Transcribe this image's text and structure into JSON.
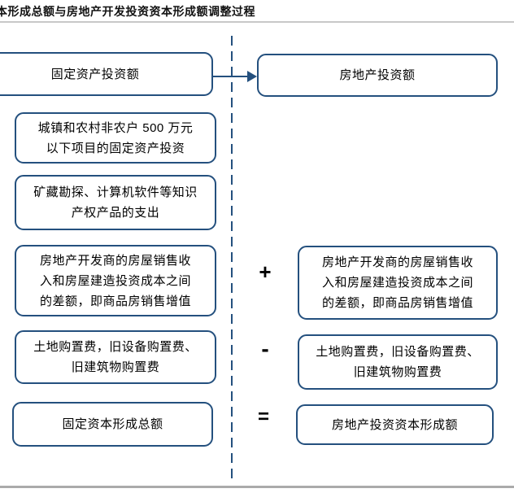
{
  "title": "本形成总额与房地产开发投资资本形成额调整过程",
  "diagram": {
    "row1": {
      "left": "固定资产投资额",
      "right": "房地产投资额"
    },
    "row2": {
      "lines": [
        "城镇和农村非农户 500 万元",
        "以下项目的固定资产投资"
      ]
    },
    "row3": {
      "lines": [
        "矿藏勘探、计算机软件等知识",
        "产权产品的支出"
      ]
    },
    "row4": {
      "operator": "+",
      "left_lines": [
        "房地产开发商的房屋销售收",
        "入和房屋建造投资成本之间",
        "的差额，即商品房销售增值"
      ],
      "right_lines": [
        "房地产开发商的房屋销售收",
        "入和房屋建造投资成本之间",
        "的差额，即商品房销售增值"
      ]
    },
    "row5": {
      "operator": "-",
      "left_lines": [
        "土地购置费，旧设备购置费、",
        "旧建筑物购置费"
      ],
      "right_lines": [
        "土地购置费，旧设备购置费、",
        "旧建筑物购置费"
      ]
    },
    "row6": {
      "operator": "=",
      "left": "固定资本形成总额",
      "right": "房地产投资资本形成额"
    }
  },
  "colors": {
    "box_border": "#24507e",
    "dashed_line": "#24507e",
    "arrow": "#24507e",
    "title_divider": "#c8c8c8",
    "bottom_divider": "#ababab",
    "text": "#000000"
  }
}
